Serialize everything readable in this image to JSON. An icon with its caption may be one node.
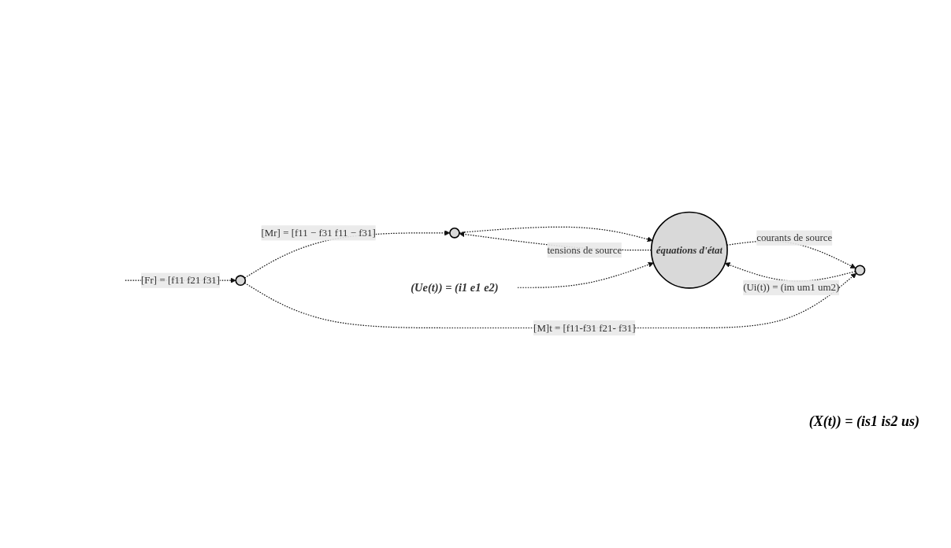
{
  "diagram": {
    "nodes": [
      {
        "text": [],
        "shape": "circle"
      },
      {
        "text": [],
        "shape": "circle"
      },
      {
        "text": [],
        "shape": "circle"
      },
      {
        "text": [
          "équations d'état"
        ]
      },
      {
        "text": [
          "(Ue(t)) = (i1 e1 e2)"
        ]
      }
    ],
    "edges": [
      {
        "from": null,
        "to": 0,
        "arrow": "to",
        "label": "[Fr] = [f11 f21 f31]"
      },
      {
        "from": 0,
        "to": 1,
        "arrow": "to",
        "label": "[Mr] = [f11 − f31 f11 − f31]"
      },
      {
        "from": 0,
        "to": 2,
        "arrow": "to",
        "label": "[M]t = [f11-f31 f21- f31]"
      },
      {
        "from": 1,
        "to": 3,
        "arrow": "to"
      },
      {
        "from": 2,
        "to": 3,
        "arrow": "to",
        "label": "(Ui(t)) = (im um1 um2)"
      },
      {
        "from": 4,
        "to": 3,
        "arrow": "to"
      },
      {
        "from": 3,
        "to": 1,
        "arrow": "to",
        "label": "tensions de source"
      },
      {
        "from": 3,
        "to": 2,
        "arrow": "to",
        "label": "courants de source"
      }
    ],
    "labels": [
      "(X(t)) = (is1 is2 us)"
    ]
  }
}
